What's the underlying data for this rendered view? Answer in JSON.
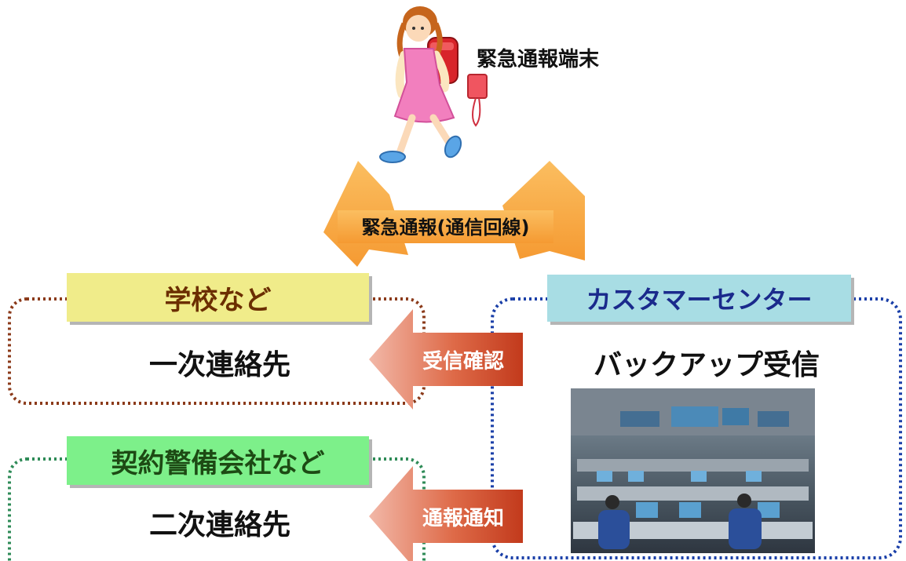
{
  "terminal_label": "緊急通報端末",
  "alert_label": "緊急通報(通信回線)",
  "school": {
    "title": "学校など",
    "role": "一次連絡先"
  },
  "security": {
    "title": "契約警備会社など",
    "role": "二次連絡先"
  },
  "center": {
    "title": "カスタマーセンター",
    "role": "バックアップ受信"
  },
  "arrow_receipt": "受信確認",
  "arrow_notify": "通報通知",
  "colors": {
    "school_title_bg": "#f0ec8a",
    "security_title_bg": "#7df08a",
    "center_title_bg": "#a8dde4",
    "school_border": "#8b3a1a",
    "security_border": "#2e8b57",
    "center_border": "#1a3fa8",
    "center_title_text": "#1a2a8c",
    "school_title_text": "#6b2e00",
    "security_title_text": "#1d4a14",
    "orange": "#f6a23c",
    "arrow_red": "#c8422a"
  }
}
